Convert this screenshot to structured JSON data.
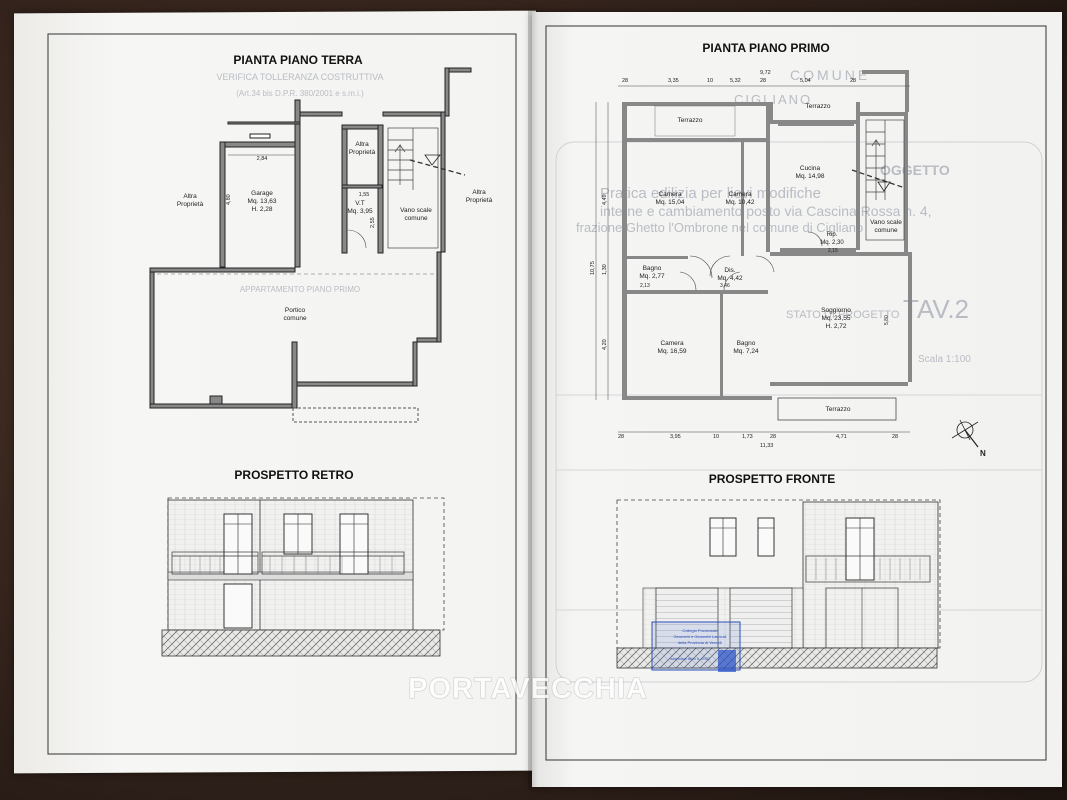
{
  "titles": {
    "ground_floor_plan": "PIANTA PIANO TERRA",
    "first_floor_plan": "PIANTA PIANO PRIMO",
    "rear_elevation": "PROSPETTO RETRO",
    "front_elevation": "PROSPETTO FRONTE"
  },
  "ground_floor": {
    "ghost_header_1": "VERIFICA TOLLERANZA COSTRUTTIVA",
    "ghost_header_2": "(Art.34 bis D.P.R. 380/2001 e s.m.i.)",
    "ghost_upper": "APPARTAMENTO PIANO PRIMO",
    "other_property_left": [
      "Altra",
      "Proprietà"
    ],
    "other_property_right": [
      "Altra",
      "Proprietà"
    ],
    "other_property_top": [
      "Altra",
      "Proprietà"
    ],
    "garage": {
      "name": "Garage",
      "area": "Mq. 13,63",
      "height": "H. 2,28"
    },
    "vt": {
      "name": "V.T",
      "area": "Mq. 3,95"
    },
    "stairwell": [
      "Vano scale",
      "comune"
    ],
    "portico": [
      "Portico",
      "comune"
    ],
    "dims": {
      "garage_width": "2,84",
      "vt_width": "1,55",
      "garage_depth": "4,80",
      "vt_depth": "2,55"
    }
  },
  "first_floor": {
    "ghost_header_1": "COMUNE",
    "ghost_header_2": "CIGLIANO",
    "ghost_ogg": "OGGETTO",
    "ghost_desc_1": "Pratica edilizia per lievi modifiche",
    "ghost_desc_2": "interne e cambiamento posto via Cascina Rossa n. 4,",
    "ghost_desc_3": "frazione Ghetto l'Ombrone nel comune di Cigliano",
    "ghost_tav": "TAV.2",
    "ghost_stato": "STATO DI PROGETTO",
    "ghost_scala": "Scala 1:100",
    "terrace_top_left": "Terrazzo",
    "terrace_top_right": "Terrazzo",
    "terrace_bottom": "Terrazzo",
    "camera_1": {
      "name": "Camera",
      "area": "Mq. 15,04"
    },
    "camera_2": {
      "name": "Camera",
      "area": "Mq. 10,42"
    },
    "cucina": {
      "name": "Cucina",
      "area": "Mq. 14,98"
    },
    "rip": {
      "name": "Rip.",
      "area": "Mq. 2,30"
    },
    "bagno_1": {
      "name": "Bagno",
      "area": "Mq. 2,77"
    },
    "dis": {
      "name": "Dis.",
      "area": "Mq. 4,42"
    },
    "soggiorno": {
      "name": "Soggiorno",
      "area": "Mq. 23,55",
      "height": "H. 2,72"
    },
    "camera_3": {
      "name": "Camera",
      "area": "Mq. 16,59"
    },
    "bagno_2": {
      "name": "Bagno",
      "area": "Mq. 7,24"
    },
    "stairwell": [
      "Vano scale",
      "comune"
    ],
    "top_dims": [
      "28",
      "3,35",
      "10",
      "5,32",
      "28",
      "5,04",
      "28"
    ],
    "top_total": "9,72",
    "bottom_dims": [
      "28",
      "3,95",
      "10",
      "1,73",
      "28",
      "4,71",
      "28"
    ],
    "bottom_total": "11,33",
    "left_dims": [
      "4,49",
      "1,30",
      "4,20"
    ],
    "left_total": "10,75",
    "dims_small": {
      "bagno_w": "2,13",
      "dis_w": "3,46",
      "rip_w": "2,15",
      "soggiorno_h": "5,80"
    },
    "north": "N"
  },
  "watermark": "PORTAVECCHIA",
  "stamp": {
    "lines": [
      "Collegio Provinciale",
      "Geometri e Geometri Laureati",
      "della Provincia di Vercelli"
    ],
    "small": "Iscrizione Albo n. 2002"
  },
  "colors": {
    "paper": "#f4f4f2",
    "ink": "#1a1a1a",
    "ghost_text": "#b9bcc4",
    "stamp_blue": "#2a4fb8",
    "table_brown": "#2c1e18"
  }
}
